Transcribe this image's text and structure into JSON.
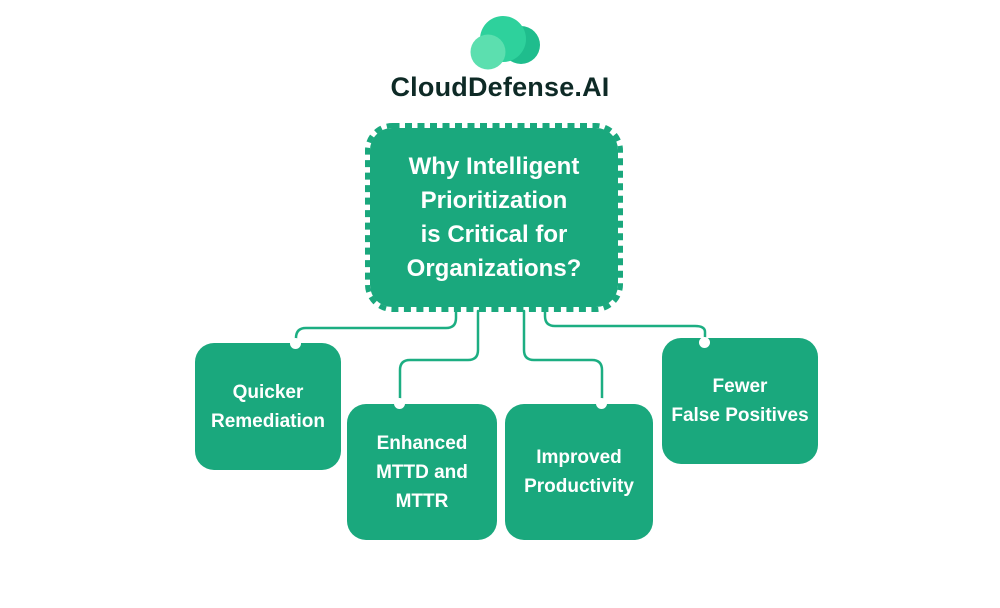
{
  "logo": {
    "brand_name": "CloudDefense.AI",
    "icon": "cloud-logo-icon"
  },
  "colors": {
    "background": "#FFFFFF",
    "box_green": "#1AA87D",
    "connector_green": "#1CAE82",
    "text_on_green": "#FFFFFF",
    "brand_text": "#0E2A26",
    "cloud_back_circle": "#1FBD8D",
    "cloud_mid_circle": "#2ED19C",
    "cloud_front_circle": "#5CDFAF",
    "connector_dot": "#FFFFFF"
  },
  "main_box": {
    "lines": [
      "Why Intelligent",
      "Prioritization",
      "is Critical for",
      "Organizations?"
    ]
  },
  "child_boxes": [
    {
      "id": "quicker-remediation",
      "lines": [
        "Quicker",
        "Remediation"
      ]
    },
    {
      "id": "enhanced-mttd-mttr",
      "lines": [
        "Enhanced",
        "MTTD and",
        "MTTR"
      ]
    },
    {
      "id": "improved-productivity",
      "lines": [
        "Improved",
        "Productivity"
      ]
    },
    {
      "id": "fewer-false-positives",
      "lines": [
        "Fewer",
        "False Positives"
      ]
    }
  ]
}
